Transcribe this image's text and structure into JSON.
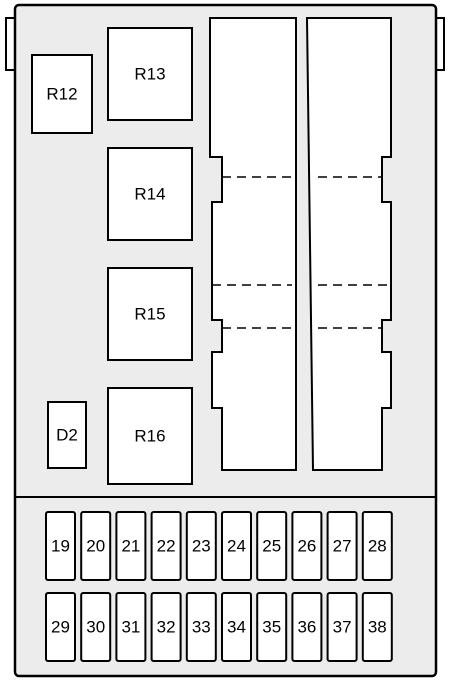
{
  "diagram": {
    "relays": [
      {
        "id": "R12"
      },
      {
        "id": "R13"
      },
      {
        "id": "R14"
      },
      {
        "id": "R15"
      },
      {
        "id": "R16"
      }
    ],
    "diode": {
      "id": "D2"
    },
    "fuses_top": [
      "19",
      "20",
      "21",
      "22",
      "23",
      "24",
      "25",
      "26",
      "27",
      "28"
    ],
    "fuses_bottom": [
      "29",
      "30",
      "31",
      "32",
      "33",
      "34",
      "35",
      "36",
      "37",
      "38"
    ]
  }
}
